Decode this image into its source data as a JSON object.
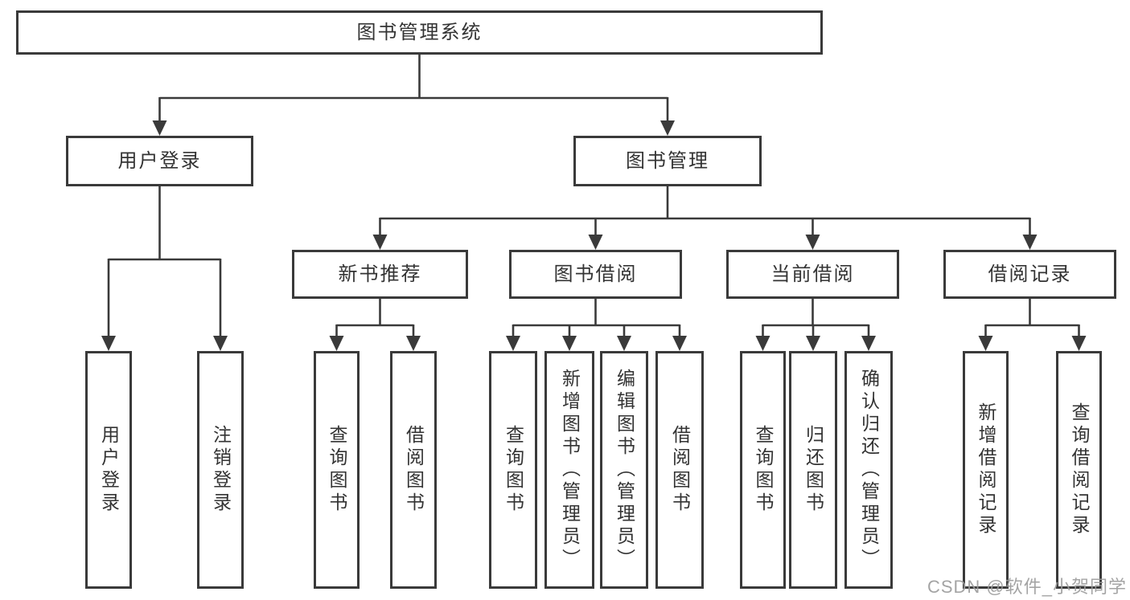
{
  "diagram_type": "hierarchy-tree",
  "tree": {
    "root": {
      "label": "图书管理系统"
    },
    "branches": [
      {
        "label": "用户登录",
        "children": [
          {
            "label": "用户登录"
          },
          {
            "label": "注销登录"
          }
        ]
      },
      {
        "label": "图书管理",
        "children": [
          {
            "label": "新书推荐",
            "children": [
              {
                "label": "查询图书"
              },
              {
                "label": "借阅图书"
              }
            ]
          },
          {
            "label": "图书借阅",
            "children": [
              {
                "label": "查询图书"
              },
              {
                "label": "新增图书（管理员）"
              },
              {
                "label": "编辑图书（管理员）"
              },
              {
                "label": "借阅图书"
              }
            ]
          },
          {
            "label": "当前借阅",
            "children": [
              {
                "label": "查询图书"
              },
              {
                "label": "归还图书"
              },
              {
                "label": "确认归还（管理员）"
              }
            ]
          },
          {
            "label": "借阅记录",
            "children": [
              {
                "label": "新增借阅记录"
              },
              {
                "label": "查询借阅记录"
              }
            ]
          }
        ]
      }
    ]
  },
  "watermark": "CSDN @软件_小贺同学",
  "colors": {
    "line": "#3a3a3a",
    "box_border": "#3a3a3a",
    "text": "#333333",
    "watermark": "#9b9b9b",
    "background": "#ffffff"
  }
}
